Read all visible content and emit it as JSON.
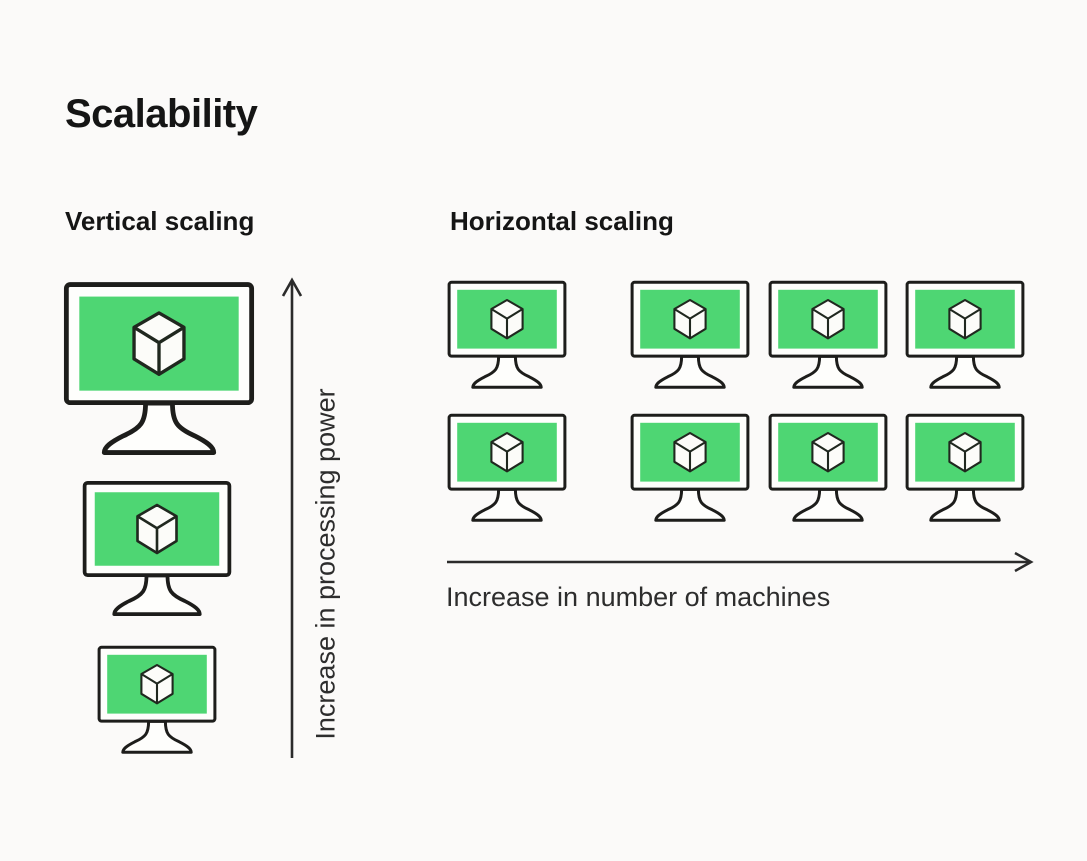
{
  "title": "Scalability",
  "colors": {
    "background": "#fbfaf9",
    "screen_green": "#4ed673",
    "outline": "#1d1d1b",
    "heading_text": "#151515",
    "label_text": "#2d2d2d"
  },
  "vertical_section": {
    "heading": "Vertical scaling",
    "axis_label": "Increase in processing power",
    "arrow_direction": "up",
    "monitor_count": 3,
    "monitor_sizes": [
      "large",
      "medium",
      "small"
    ]
  },
  "horizontal_section": {
    "heading": "Horizontal scaling",
    "axis_label": "Increase in number of machines",
    "arrow_direction": "right",
    "monitor_count": 8,
    "grid": {
      "rows": 2,
      "columns": 4
    }
  },
  "icons": {
    "monitor": "monitor-with-cube-icon",
    "cube": "isometric-cube-icon",
    "up_arrow": "up-arrow-icon",
    "right_arrow": "right-arrow-icon"
  }
}
